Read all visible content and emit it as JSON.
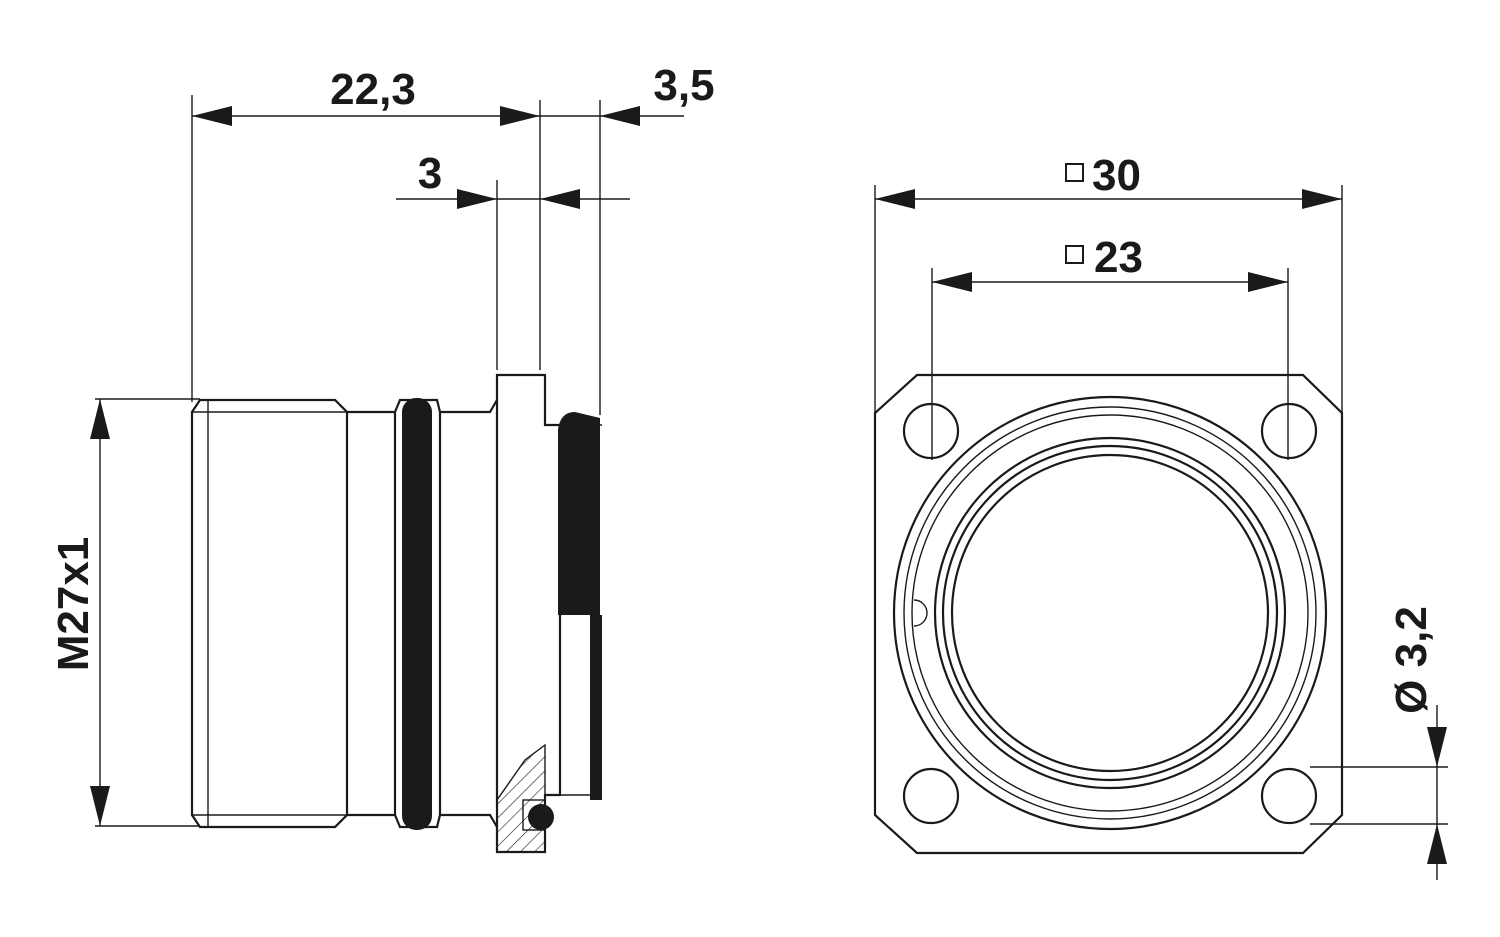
{
  "side_view": {
    "dim_length": "22,3",
    "dim_flange": "3",
    "dim_rear": "3,5",
    "dim_thread": "M27x1"
  },
  "front_view": {
    "dim_outer_square": "30",
    "dim_hole_square": "23",
    "dim_hole_diameter": "Ø 3,2"
  }
}
